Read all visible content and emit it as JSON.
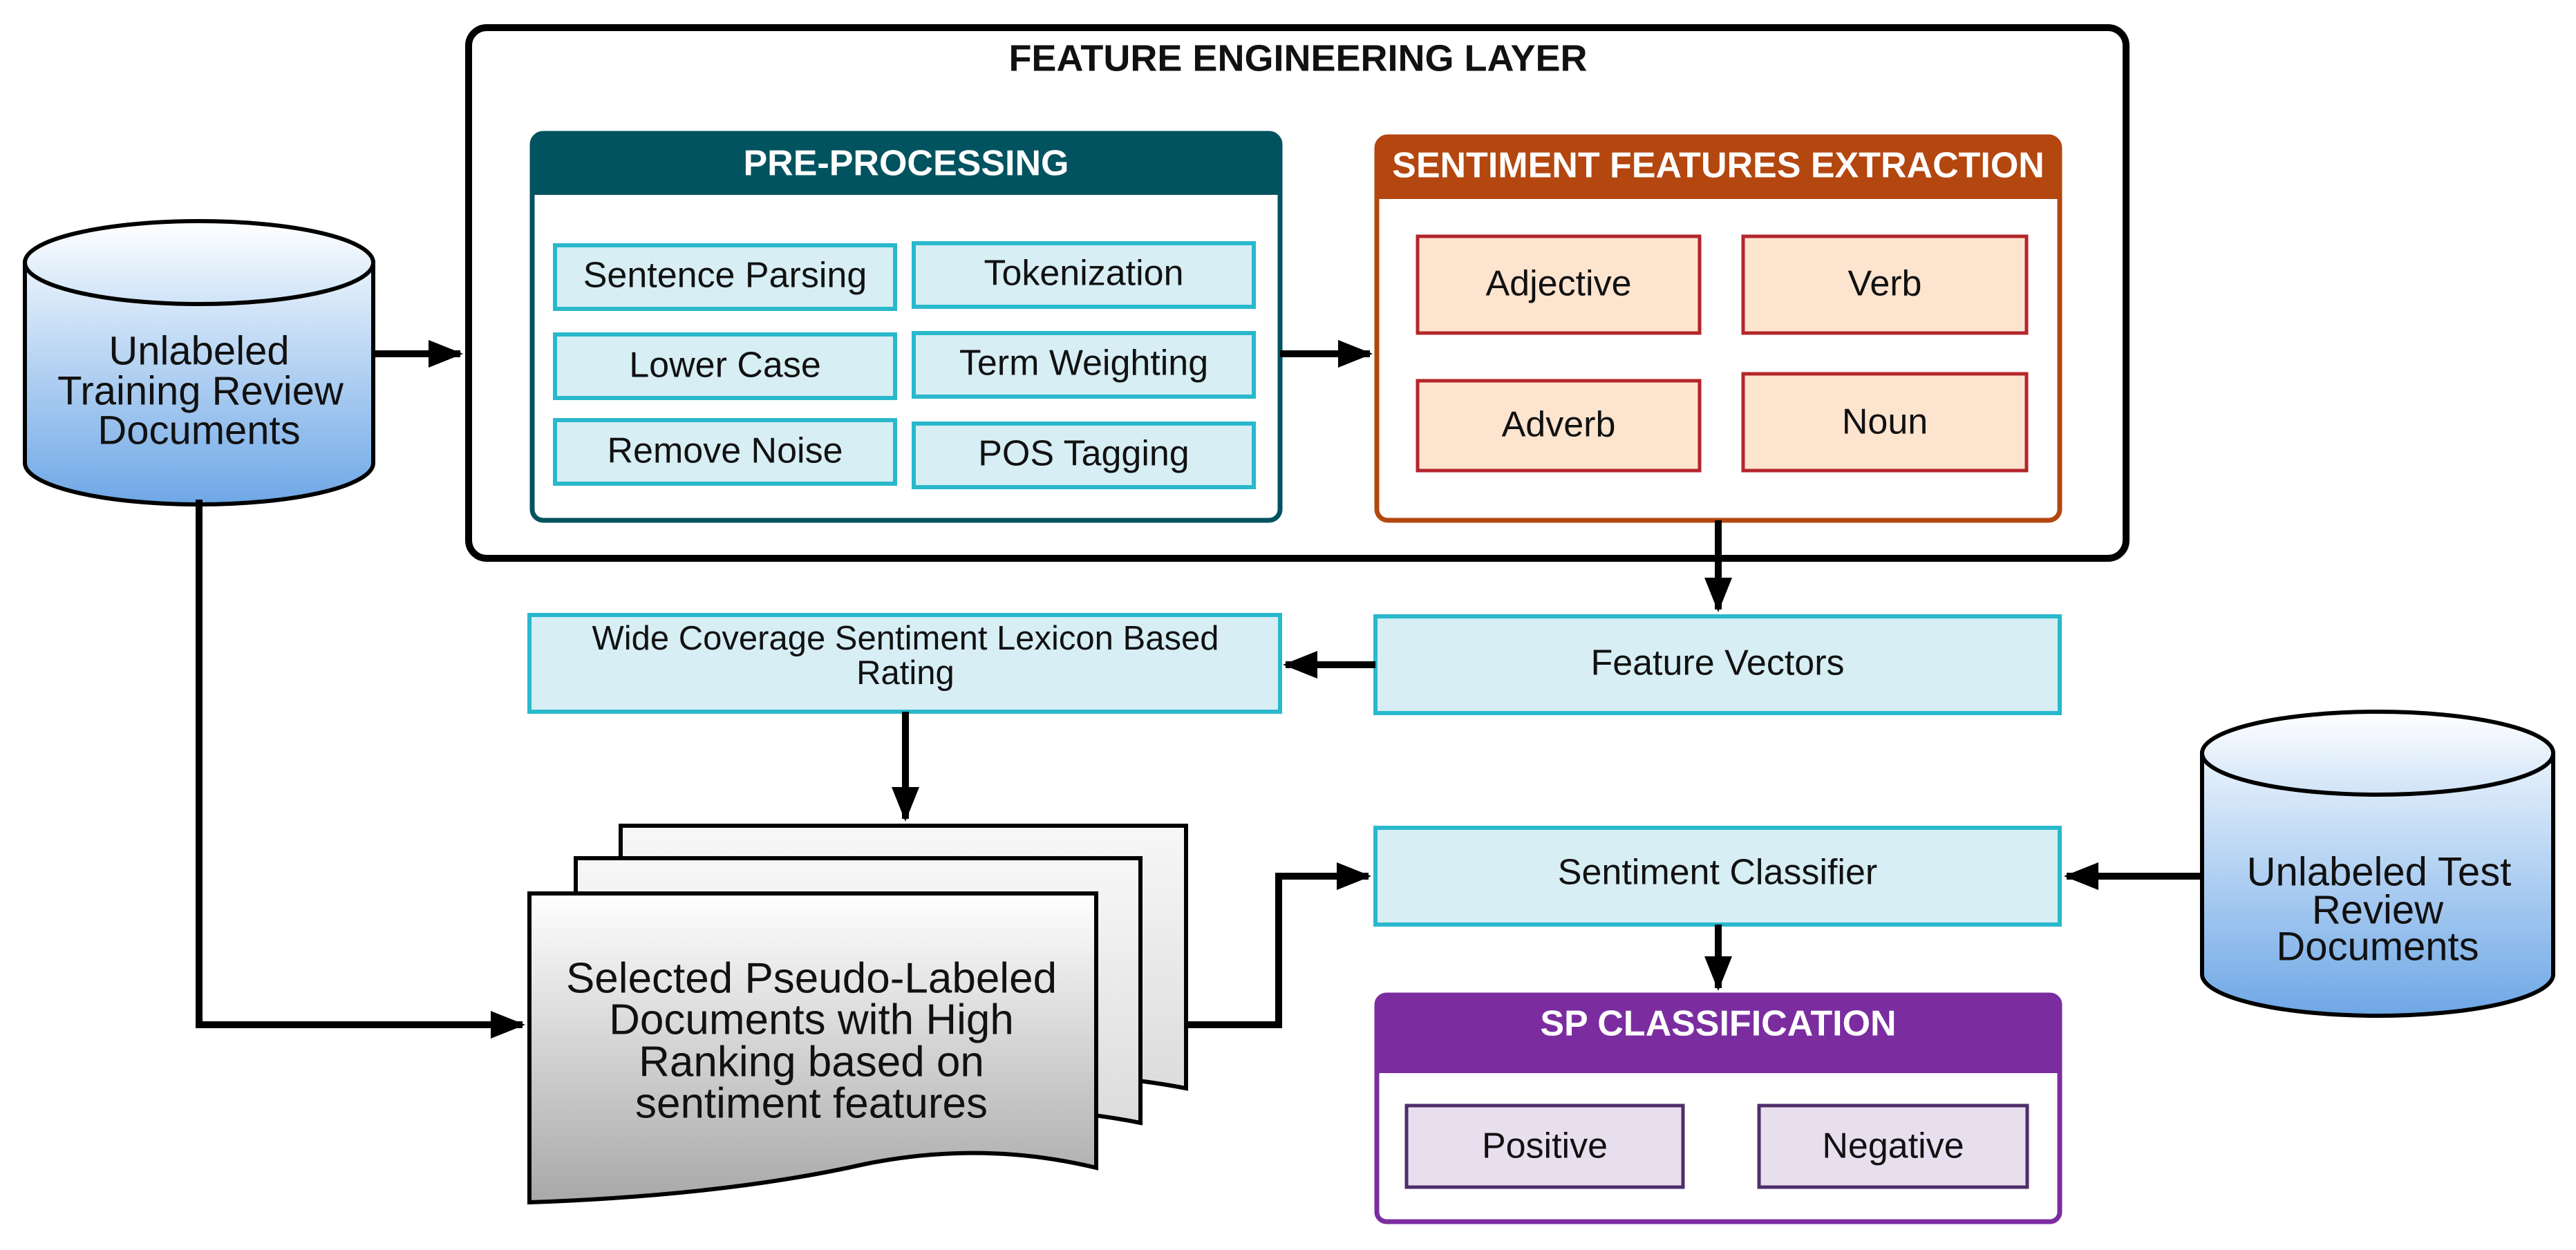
{
  "layer_title": "FEATURE ENGINEERING LAYER",
  "preprocessing": {
    "title": "PRE-PROCESSING",
    "items": [
      "Sentence Parsing",
      "Tokenization",
      "Lower Case",
      "Term Weighting",
      "Remove Noise",
      "POS Tagging"
    ],
    "header_color": "#00535f",
    "item_fill": "#d6eef4",
    "item_border": "#29b8cc"
  },
  "extraction": {
    "title": "SENTIMENT FEATURES EXTRACTION",
    "items": [
      "Adjective",
      "Verb",
      "Adverb",
      "Noun"
    ],
    "header_color": "#b3470f",
    "item_fill": "#fde4cf",
    "item_border": "#b3262b"
  },
  "training_docs": {
    "line1": "Unlabeled",
    "line2": "Training Review",
    "line3": "Documents"
  },
  "test_docs": {
    "line1": "Unlabeled Test",
    "line2": "Review",
    "line3": "Documents"
  },
  "feature_vectors": "Feature Vectors",
  "lexicon_rating": {
    "line1": "Wide Coverage Sentiment Lexicon Based",
    "line2": "Rating"
  },
  "selected_docs": {
    "line1": "Selected Pseudo-Labeled",
    "line2": "Documents with High",
    "line3": "Ranking based on",
    "line4": "sentiment features"
  },
  "classifier": "Sentiment Classifier",
  "sp_classification": {
    "title": "SP CLASSIFICATION",
    "items": [
      "Positive",
      "Negative"
    ],
    "header_color": "#7b2da0",
    "item_fill": "#e8dfee",
    "item_border": "#4f2d6a"
  }
}
